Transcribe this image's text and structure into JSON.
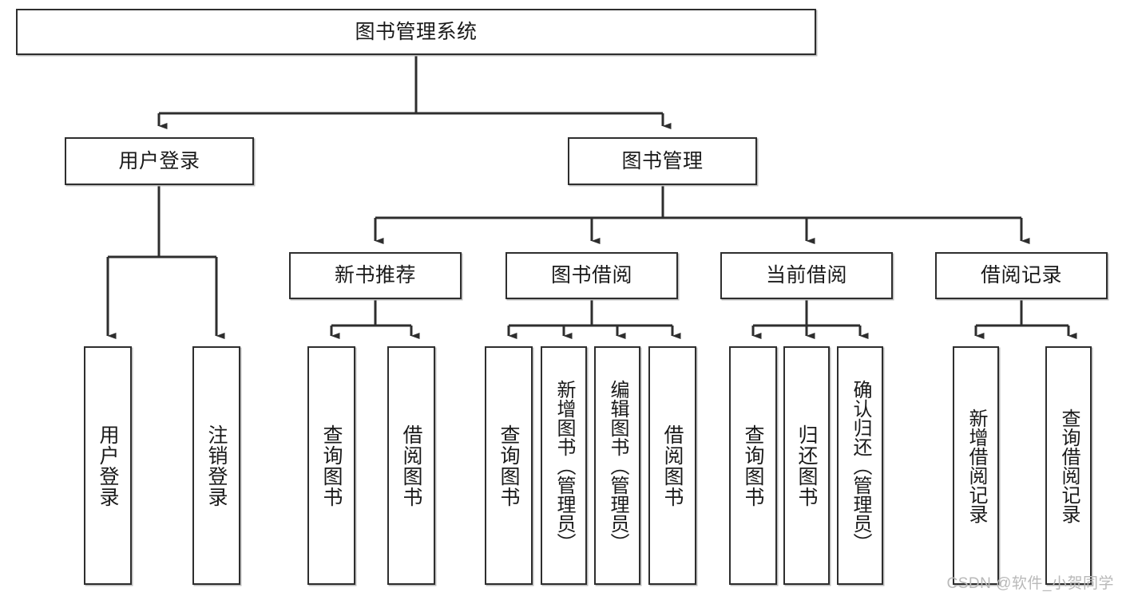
{
  "diagram": {
    "type": "tree",
    "title": "图书管理系统",
    "orientation": "top-down",
    "line_color": "#2e2e2e",
    "box_fill": "#ffffff",
    "text_color": "#1a1a1a",
    "root": {
      "id": "root",
      "label": "图书管理系统"
    },
    "level2": [
      {
        "id": "user-login",
        "label": "用户登录"
      },
      {
        "id": "book-management",
        "label": "图书管理"
      }
    ],
    "level3": [
      {
        "id": "new-book-recommend",
        "label": "新书推荐",
        "parent": "book-management"
      },
      {
        "id": "book-borrow",
        "label": "图书借阅",
        "parent": "book-management"
      },
      {
        "id": "current-borrow",
        "label": "当前借阅",
        "parent": "book-management"
      },
      {
        "id": "borrow-record",
        "label": "借阅记录",
        "parent": "book-management"
      }
    ],
    "leaves": {
      "user-login": [
        {
          "id": "leaf-user-login",
          "label": "用户登录"
        },
        {
          "id": "leaf-user-logout",
          "label": "注销登录"
        }
      ],
      "new-book-recommend": [
        {
          "id": "leaf-query-book-1",
          "label": "查询图书"
        },
        {
          "id": "leaf-borrow-book-1",
          "label": "借阅图书"
        }
      ],
      "book-borrow": [
        {
          "id": "leaf-query-book-2",
          "label": "查询图书"
        },
        {
          "id": "leaf-add-book",
          "label": "新增图书（管理员）"
        },
        {
          "id": "leaf-edit-book",
          "label": "编辑图书（管理员）"
        },
        {
          "id": "leaf-borrow-book-2",
          "label": "借阅图书"
        }
      ],
      "current-borrow": [
        {
          "id": "leaf-query-book-3",
          "label": "查询图书"
        },
        {
          "id": "leaf-return-book",
          "label": "归还图书"
        },
        {
          "id": "leaf-confirm-return",
          "label": "确认归还（管理员）"
        }
      ],
      "borrow-record": [
        {
          "id": "leaf-add-record",
          "label": "新增借阅记录"
        },
        {
          "id": "leaf-query-record",
          "label": "查询借阅记录"
        }
      ]
    }
  },
  "watermark": {
    "text": "CSDN @软件_小贺同学"
  }
}
